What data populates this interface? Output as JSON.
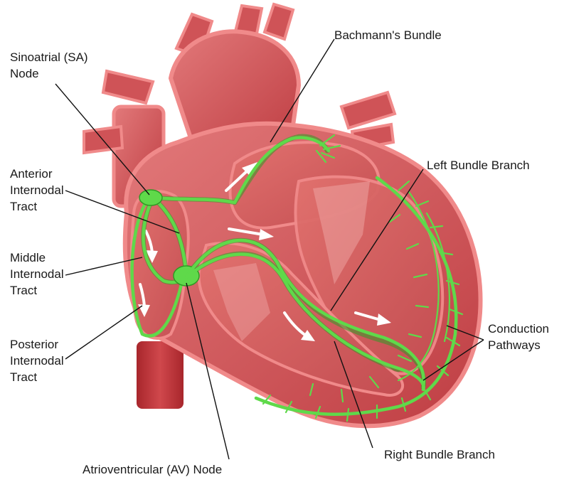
{
  "labels": {
    "sa_node": [
      "Sinoatrial (SA)",
      "Node"
    ],
    "anterior_tract": [
      "Anterior",
      "Internodal",
      "Tract"
    ],
    "middle_tract": [
      "Middle",
      "Internodal",
      "Tract"
    ],
    "posterior_tract": [
      "Posterior",
      "Internodal",
      "Tract"
    ],
    "av_node": [
      "Atrioventricular (AV) Node"
    ],
    "bachmann": [
      "Bachmann's Bundle"
    ],
    "left_bundle": [
      "Left Bundle Branch"
    ],
    "conduction": [
      "Conduction",
      "Pathways"
    ],
    "right_bundle": [
      "Right Bundle Branch"
    ]
  },
  "colors": {
    "muscle": "#c9474b",
    "muscle_light": "#e27a7a",
    "chamber": "#d8615f",
    "wall_highlight": "#f08a8a",
    "vessel_dark": "#a8262c",
    "conduction": "#5fd94a",
    "arrows": "#ffffff",
    "text": "#1a1a1a"
  }
}
